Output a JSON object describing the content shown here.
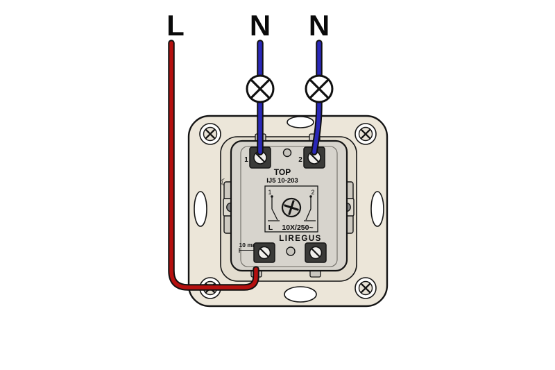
{
  "wire_labels": {
    "live": "L",
    "neutral_1": "N",
    "neutral_2": "N"
  },
  "colors": {
    "live_wire": "#b5100f",
    "neutral_wire": "#2a28b8",
    "plate_fill": "#ece6d9",
    "ring_fill": "#e3ddcf",
    "mech_fill": "#d7d4cd",
    "terminal_dark": "#3a3a38"
  },
  "mechanism": {
    "orientation_label": "TOP",
    "model_number": "IJ5 10-203",
    "terminal_1": "1",
    "terminal_2": "2",
    "schematic_contact_1": "1",
    "schematic_contact_2": "2",
    "schematic_live": "L",
    "rating": "10X/250~",
    "brand": "LIREGUS",
    "strip_length": "10 mm",
    "crescent_symbol": "☾"
  }
}
